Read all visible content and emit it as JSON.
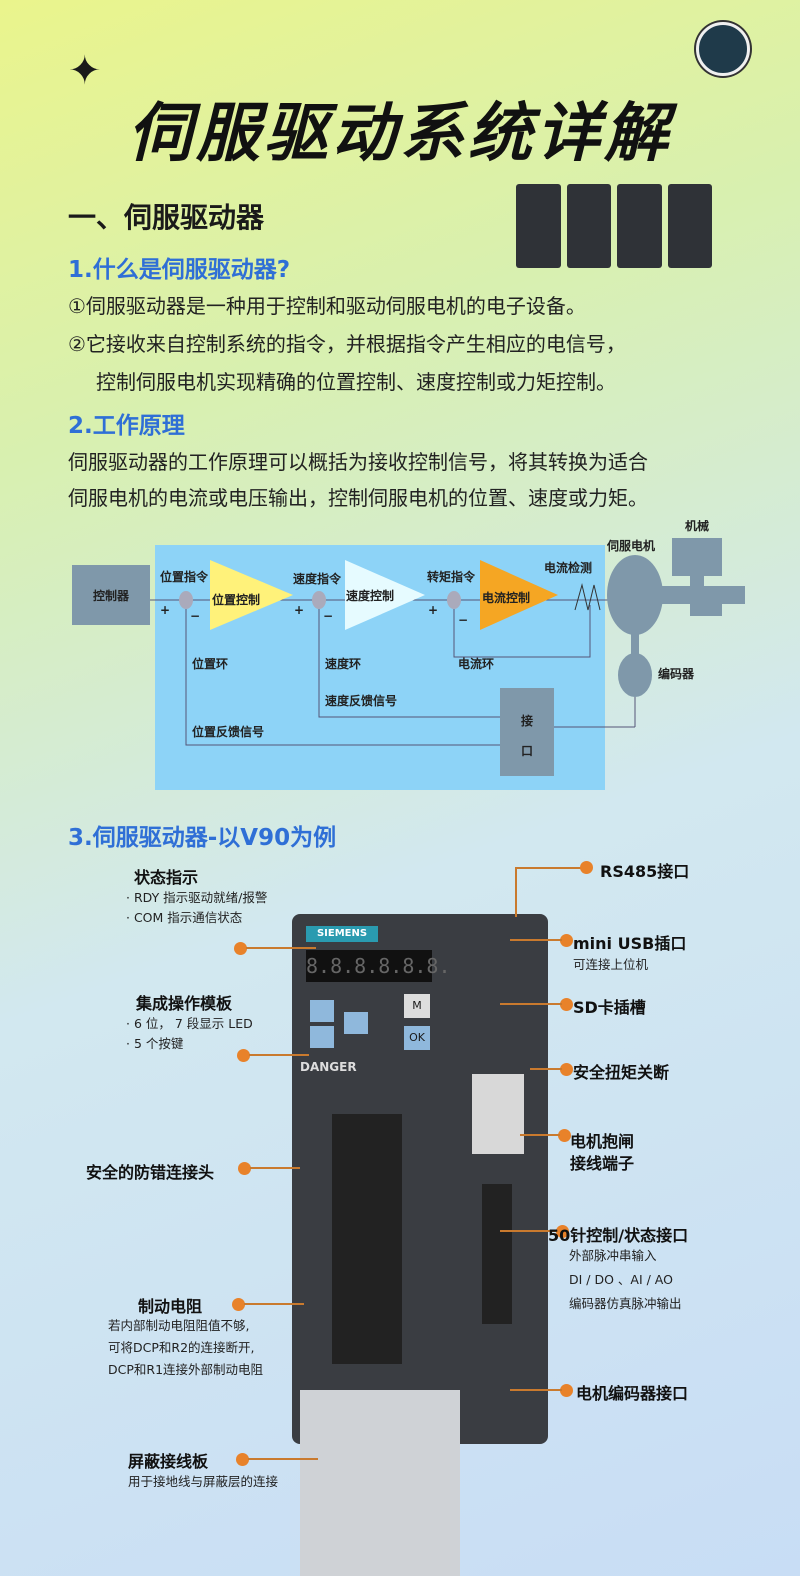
{
  "header": {
    "title": "伺服驱动系统详解",
    "star_icon": "sparkle-icon",
    "logo_icon": "avatar-logo"
  },
  "section1": {
    "heading": "一、伺服驱动器",
    "q1": {
      "heading": "1.什么是伺服驱动器?",
      "lines": [
        "①伺服驱动器是一种用于控制和驱动伺服电机的电子设备。",
        "②它接收来自控制系统的指令，并根据指令产生相应的电信号，",
        "控制伺服电机实现精确的位置控制、速度控制或力矩控制。"
      ]
    },
    "q2": {
      "heading": "2.工作原理",
      "lines": [
        "伺服驱动器的工作原理可以概括为接收控制信号，将其转换为适合",
        "伺服电机的电流或电压输出，控制伺服电机的位置、速度或力矩。"
      ]
    },
    "q3": {
      "heading": "3.伺服驱动器-以V90为例"
    }
  },
  "diagram": {
    "controller": "控制器",
    "pos_cmd": "位置指令",
    "pos_ctrl": "位置控制",
    "spd_cmd": "速度指令",
    "spd_ctrl": "速度控制",
    "trq_cmd": "转矩指令",
    "cur_ctrl": "电流控制",
    "cur_detect": "电流检测",
    "motor": "伺服电机",
    "machine": "机械",
    "encoder": "编码器",
    "pos_loop": "位置环",
    "spd_loop": "速度环",
    "cur_loop": "电流环",
    "spd_fb": "速度反馈信号",
    "pos_fb": "位置反馈信号",
    "iface1": "接",
    "iface2": "口",
    "plus": "+",
    "minus": "−",
    "colors": {
      "bg": "#8dd3f7",
      "pos": "#fff27a",
      "spd": "#e6fbff",
      "cur": "#f5a623",
      "box": "#7f98aa"
    }
  },
  "v90": {
    "status": {
      "title": "状态指示",
      "items": [
        "· RDY 指示驱动就绪/报警",
        "· COM 指示通信状态"
      ]
    },
    "panel": {
      "title": "集成操作模板",
      "items": [
        "· 6 位， 7 段显示 LED",
        "· 5 个按键"
      ]
    },
    "connector": {
      "title": "安全的防错连接头"
    },
    "brake_res": {
      "title": "制动电阻",
      "items": [
        "若内部制动电阻阻值不够,",
        "可将DCP和R2的连接断开,",
        "DCP和R1连接外部制动电阻"
      ]
    },
    "shield": {
      "title": "屏蔽接线板",
      "items": [
        "用于接地线与屏蔽层的连接"
      ]
    },
    "rs485": {
      "title": "RS485接口"
    },
    "usb": {
      "title": "mini USB插口",
      "items": [
        "可连接上位机"
      ]
    },
    "sd": {
      "title": "SD卡插槽"
    },
    "sto": {
      "title": "安全扭矩关断"
    },
    "brake": {
      "title": "电机抱闸",
      "title2": "接线端子"
    },
    "io": {
      "title": "50针控制/状态接口",
      "items": [
        "外部脉冲串输入",
        "DI / DO 、AI / AO",
        "编码器仿真脉冲输出"
      ]
    },
    "enc": {
      "title": "电机编码器接口"
    },
    "device": {
      "brand": "SIEMENS",
      "display": "8.8.8.8.8.8.",
      "btn_m": "M",
      "btn_ok": "OK",
      "danger": "DANGER"
    }
  }
}
